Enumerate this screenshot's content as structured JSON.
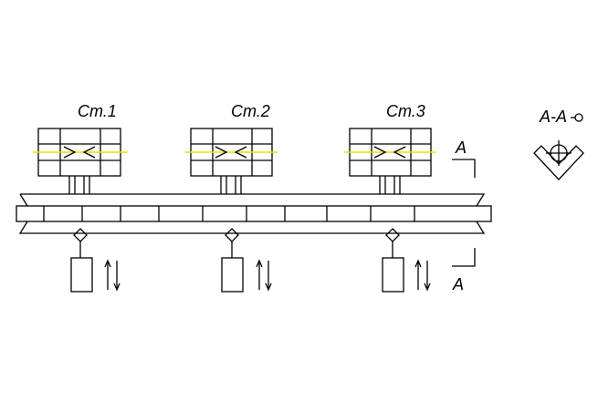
{
  "stands": [
    {
      "label": "Ст.1"
    },
    {
      "label": "Ст.2"
    },
    {
      "label": "Ст.3"
    }
  ],
  "section": {
    "title": "А-А",
    "mark_top": "А",
    "mark_bottom": "А"
  },
  "colors": {
    "line": "#000000",
    "axis": "#e8e000",
    "background": "#ffffff"
  }
}
